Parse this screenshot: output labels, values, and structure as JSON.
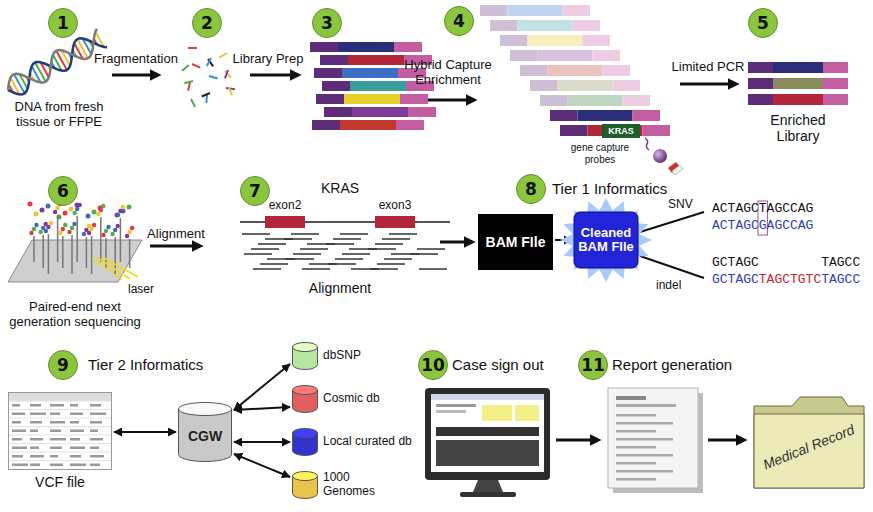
{
  "diagram": {
    "nodes": [
      {
        "text": [
          "1"
        ]
      },
      {
        "text": [
          "2"
        ]
      },
      {
        "text": [
          "3"
        ]
      },
      {
        "text": [
          "4"
        ]
      },
      {
        "text": [
          "5"
        ]
      },
      {
        "text": [
          "6"
        ]
      },
      {
        "text": [
          "7"
        ]
      },
      {
        "text": [
          "8"
        ]
      },
      {
        "text": [
          "BAM FIle"
        ]
      },
      {
        "text": [
          "Cleaned BAM FIle"
        ]
      },
      {
        "text": [
          "9"
        ]
      },
      {
        "text": [
          "VCF file"
        ]
      },
      {
        "text": [
          "CGW"
        ]
      },
      {
        "text": [
          "dbSNP"
        ]
      },
      {
        "text": [
          "Cosmic db"
        ]
      },
      {
        "text": [
          "Local curated db"
        ]
      },
      {
        "text": [
          "1000 Genomes"
        ]
      },
      {
        "text": [
          "10"
        ]
      },
      {
        "text": [
          "11"
        ]
      },
      {
        "text": [
          "Medical Record"
        ]
      }
    ],
    "edges": [
      {
        "from": 8,
        "to": 9,
        "arrow": "to"
      },
      {
        "from": 11,
        "to": 12,
        "arrow": "both"
      },
      {
        "from": 12,
        "to": 13,
        "arrow": "both"
      },
      {
        "from": 12,
        "to": 14,
        "arrow": "both"
      },
      {
        "from": 12,
        "to": 15,
        "arrow": "both"
      },
      {
        "from": 12,
        "to": 16,
        "arrow": "both"
      }
    ],
    "labels": [
      "DNA from fresh tissue or FFPE",
      "Fragmentation",
      "Library Prep",
      "Hybrid Capture Enrichment",
      "gene capture probes",
      "KRAS",
      "Limited PCR",
      "Enriched Library",
      "Paired-end next generation sequencing",
      "laser",
      "Alignment",
      "KRAS",
      "exon2",
      "exon3",
      "Alignment",
      "Tier 1 Informatics",
      "SNV",
      "ACTAGCTAGCCAG",
      "ACTAGCGAGCCAG",
      "indel",
      "GCTAGC",
      "TAGCC",
      "GCTAGC",
      "TAGCTGTC",
      "TAGCC",
      "Tier 2 Informatics",
      "Case sign out",
      "Report generation"
    ]
  }
}
